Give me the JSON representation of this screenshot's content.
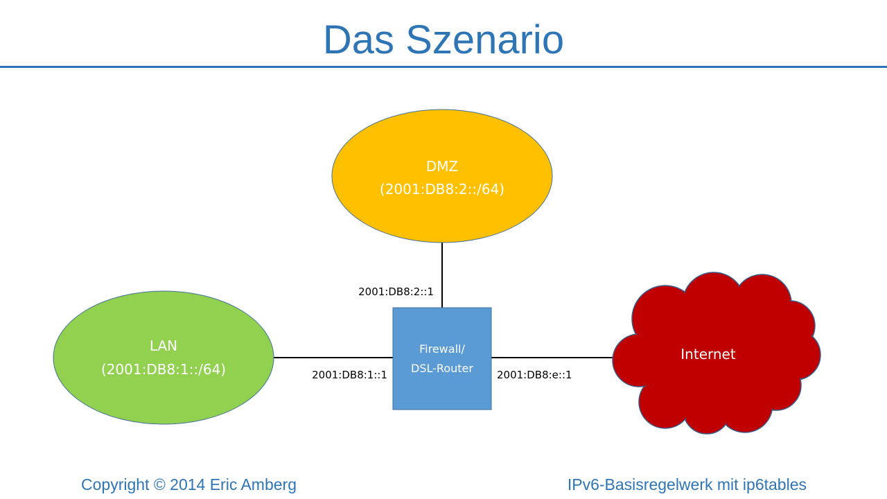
{
  "slide": {
    "title": "Das Szenario",
    "footer_left": "Copyright © 2014 Eric Amberg",
    "footer_right": "IPv6-Basisregelwerk mit ip6tables"
  },
  "diagram": {
    "nodes": {
      "dmz": {
        "line1": "DMZ",
        "line2": "(2001:DB8:2::/64)"
      },
      "lan": {
        "line1": "LAN",
        "line2": "(2001:DB8:1::/64)"
      },
      "router": {
        "line1": "Firewall/",
        "line2": "DSL-Router"
      },
      "internet": {
        "line1": "Internet"
      }
    },
    "edges": {
      "dmz_router": "2001:DB8:2::1",
      "lan_router": "2001:DB8:1::1",
      "router_internet": "2001:DB8:e::1"
    }
  },
  "colors": {
    "title": "#2e75b6",
    "dmz": "#ffc000",
    "lan": "#92d050",
    "router": "#5b9bd5",
    "internet": "#c00000"
  }
}
